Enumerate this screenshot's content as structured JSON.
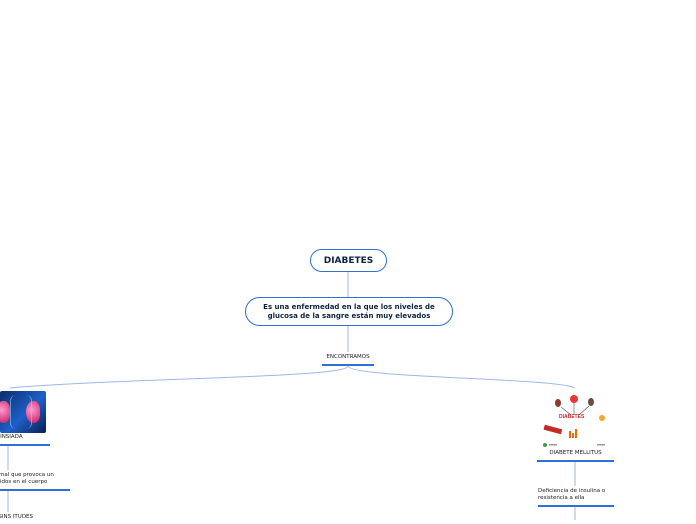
{
  "root": {
    "title": "DIABETES"
  },
  "definition": {
    "text": "Es una enfermedad en la que los niveles de glucosa de la sangre están muy elevados"
  },
  "connector": {
    "label": "ENCONTRAMOS"
  },
  "left_branch": {
    "title": "TES INSIADA",
    "description": "normal que provoca un líquidos en el cuerpo",
    "next": "S Y SINS ITUDES"
  },
  "right_branch": {
    "title": "DIABETE MELLITUS",
    "description": "Deficiencia de insulina o resistencia a ella",
    "image_word": "DIABETES"
  },
  "colors": {
    "accent": "#2f6fd6",
    "line": "#9db8e6",
    "text": "#0c2340"
  }
}
